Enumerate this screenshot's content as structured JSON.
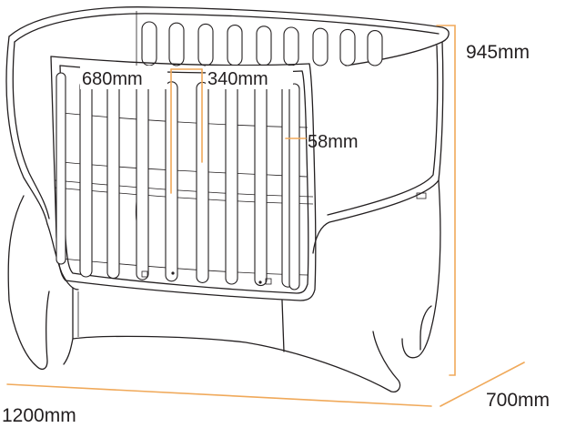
{
  "colors": {
    "dimension_line": "#f0a95a",
    "outline": "#231f20",
    "background": "#ffffff"
  },
  "dimensions": {
    "height": "945mm",
    "width": "1200mm",
    "depth": "700mm",
    "inner_height_1": "680mm",
    "inner_height_2": "340mm",
    "slat_gap": "58mm"
  }
}
